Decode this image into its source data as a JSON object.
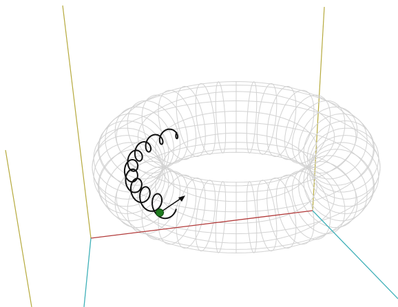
{
  "scene": {
    "background": "#ffffff",
    "colors": {
      "axis_vertical": "#b5a93c",
      "axis_x": "#b23a3a",
      "axis_y": "#3fb0b8",
      "torus_wire": "#d2d2d2",
      "trajectory": "#111111",
      "particle": "#1f7a1f",
      "velocity_arrow": "#111111"
    },
    "elements": [
      "torus-wireframe",
      "particle-trajectory",
      "particle",
      "velocity-arrow",
      "axis-lines"
    ]
  }
}
